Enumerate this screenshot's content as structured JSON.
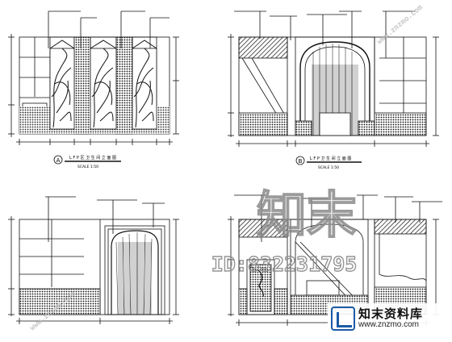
{
  "watermark": {
    "brand_big": "知末",
    "id_text": "ID:832231795",
    "logo_name": "知末资料库",
    "logo_url": "www.znzmo.com"
  },
  "drawings": [
    {
      "key": "A",
      "title": "L F P 区 卫 生 间 立 面 图",
      "scale": "SCALE 1:50"
    },
    {
      "key": "B",
      "title": "L F P 卫 生 间 立 面 图",
      "scale": "SCALE 1:50"
    },
    {
      "key": "C",
      "title": "",
      "scale": ""
    },
    {
      "key": "D",
      "title": "",
      "scale": ""
    }
  ],
  "colors": {
    "line": "#111111",
    "brand": "#1a5aa6",
    "watermark": "#9a9a9a"
  }
}
